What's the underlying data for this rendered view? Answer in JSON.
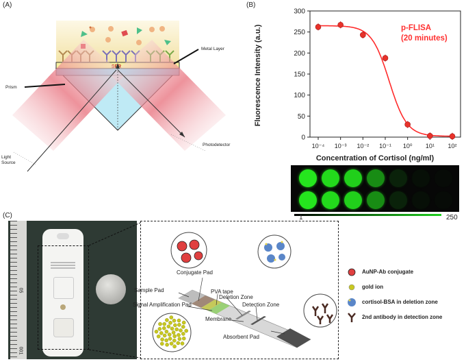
{
  "panel_a": {
    "label": "(A)",
    "spr_label": "SPR",
    "metal_layer_label": "Metal Layer",
    "prism_label": "Prism",
    "light_source_label": "Light Source",
    "photodetector_label": "Photodetector"
  },
  "panel_b": {
    "label": "(B)",
    "legend_title": "p-FLISA",
    "legend_subtitle": "(20 minutes)",
    "gradient_min": "1",
    "gradient_max": "250",
    "colors": {
      "curve": "#ff2a2a",
      "point": "#e8322a",
      "well_bright": "#25e61e"
    }
  },
  "panel_c": {
    "label": "(C)",
    "strip_labels": {
      "conjugate_pad": "Conjugate Pad",
      "pva_tape": "PVA tape",
      "sample_pad": "Sample Pad",
      "deletion_zone": "Deletion Zone",
      "signal_amp_pad": "Signal Amplification Pad",
      "detection_zone": "Detection Zone",
      "membrane": "Membrane",
      "absorbent_pad": "Absorbent Pad"
    },
    "legend": [
      {
        "label": "AuNP-Ab conjugate",
        "icon": "aunp-ab-conjugate-icon"
      },
      {
        "label": "gold ion",
        "icon": "gold-ion-icon"
      },
      {
        "label": "cortisol-BSA in deletion zone",
        "icon": "cortisol-bsa-icon"
      },
      {
        "label": "2nd antibody in detection zone",
        "icon": "antibody-icon"
      }
    ],
    "ruler_ticks": [
      "05",
      "001"
    ]
  },
  "chart_data": {
    "type": "scatter",
    "title": "",
    "xlabel": "Concentration of Cortisol (ng/ml)",
    "ylabel": "Fluorescence Intensity (a.u.)",
    "xscale": "log",
    "xlim": [
      0.0001,
      100
    ],
    "ylim": [
      0,
      300
    ],
    "x_tick_labels": [
      "10⁻⁴",
      "10⁻³",
      "10⁻²",
      "10⁻¹",
      "10⁰",
      "10¹",
      "10²"
    ],
    "y_ticks": [
      0,
      50,
      100,
      150,
      200,
      250,
      300
    ],
    "series": [
      {
        "x": [
          0.0001,
          0.001,
          0.01,
          0.1,
          1,
          10,
          100
        ],
        "y": [
          262,
          267,
          243,
          188,
          30,
          3,
          2
        ]
      }
    ],
    "fit": {
      "type": "sigmoid",
      "top": 265,
      "bottom": 2,
      "ic50": 0.15,
      "hill": 1.1
    }
  }
}
